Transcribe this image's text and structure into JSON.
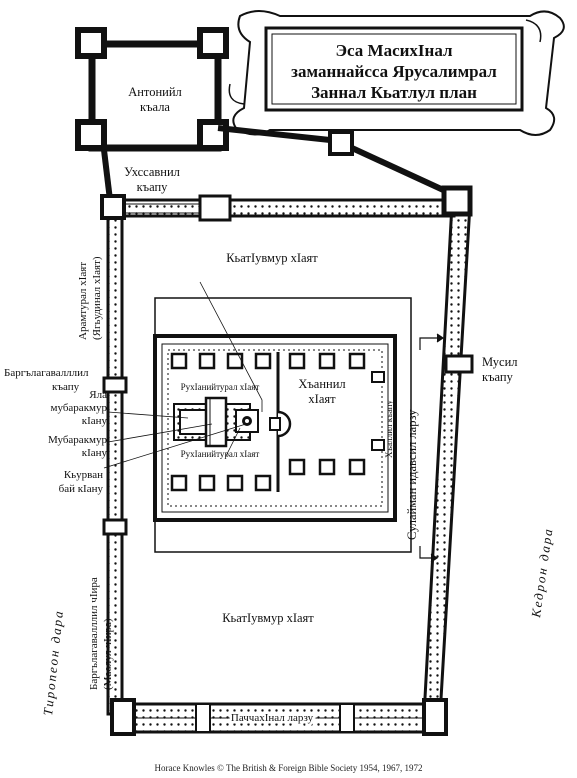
{
  "title": {
    "line1": "Эса МасихIнал",
    "line2": "заманнайсса Ярусалимрал",
    "line3": "Заннал Кьатлул план"
  },
  "labels": {
    "antonia": [
      "Антонийл",
      "къала"
    ],
    "bridge_gate": [
      "Ухссавнил",
      "къапу"
    ],
    "outer_court_top": "КьатIувмур хIаят",
    "outer_court_bottom": "КьатIувмур хIаят",
    "aramtural": [
      "Арамтурал хIаят",
      "(Ягьудинал хIаят)"
    ],
    "bargh_gate": [
      "Баргълагавалллил",
      "къапу"
    ],
    "holy_of_holies": [
      "Яла",
      "мубаракмур",
      "кIану"
    ],
    "holy_place": [
      "Мубаракмур",
      "кIану"
    ],
    "altar": [
      "Кьурван",
      "бай кIану"
    ],
    "priests_top": "РухIанийтурал хIаят",
    "priests_bottom": "РухIанийтурал хIаят",
    "women_court": [
      "Хъаннил",
      "хIаят"
    ],
    "hall_right": "Хъаллил къапу",
    "moses_gate": [
      "Мусил",
      "къапу"
    ],
    "solomon_porch": "Сулайман идавсил ларзу",
    "kidron": "Кедрон дара",
    "tyropoeon": "Тиропеон дара",
    "west_gate": [
      "Баргълагавалллил чIира",
      "(Маолул чIира)"
    ],
    "royal_porch": "ПаччахIнал ларзу"
  },
  "credit": "Horace Knowles © The British & Foreign Bible Society 1954, 1967, 1972"
}
